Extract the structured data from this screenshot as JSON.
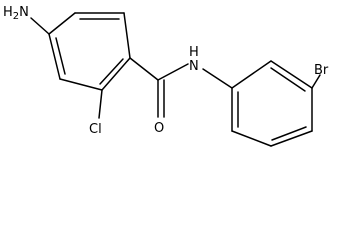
{
  "molecule": {
    "labels": {
      "amino": "H2N",
      "amide_nh": "N",
      "amide_h": "H",
      "carbonyl_o": "O",
      "chloro": "Cl",
      "bromo": "Br"
    }
  }
}
